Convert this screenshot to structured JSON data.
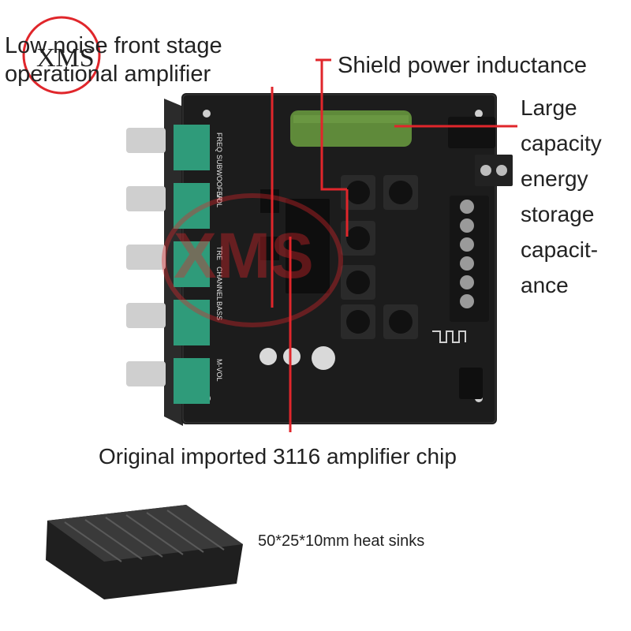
{
  "labels": {
    "opamp": [
      "Low noise front stage",
      "operational amplifier"
    ],
    "shield_inductance": "Shield power inductance",
    "capacitance": [
      "Large",
      "capacity",
      "energy",
      "storage",
      "capacit-",
      "ance"
    ],
    "chip": "Original imported 3116 amplifier chip",
    "heat_sink": "50*25*10mm heat sinks"
  },
  "board_silkscreen": [
    "FREQ",
    "SUBWOOFER",
    "VOL",
    "TRE",
    "CHANNEL",
    "BASS",
    "M-VOL"
  ],
  "watermark": "XMS",
  "colors": {
    "accent_red": "#e0262b",
    "board": "#1c1c1c",
    "potentiometer": "#2f9b7a",
    "capacitor_green": "#5f8a3a",
    "heat_sink": "#2a2a2a",
    "text": "#222222"
  }
}
